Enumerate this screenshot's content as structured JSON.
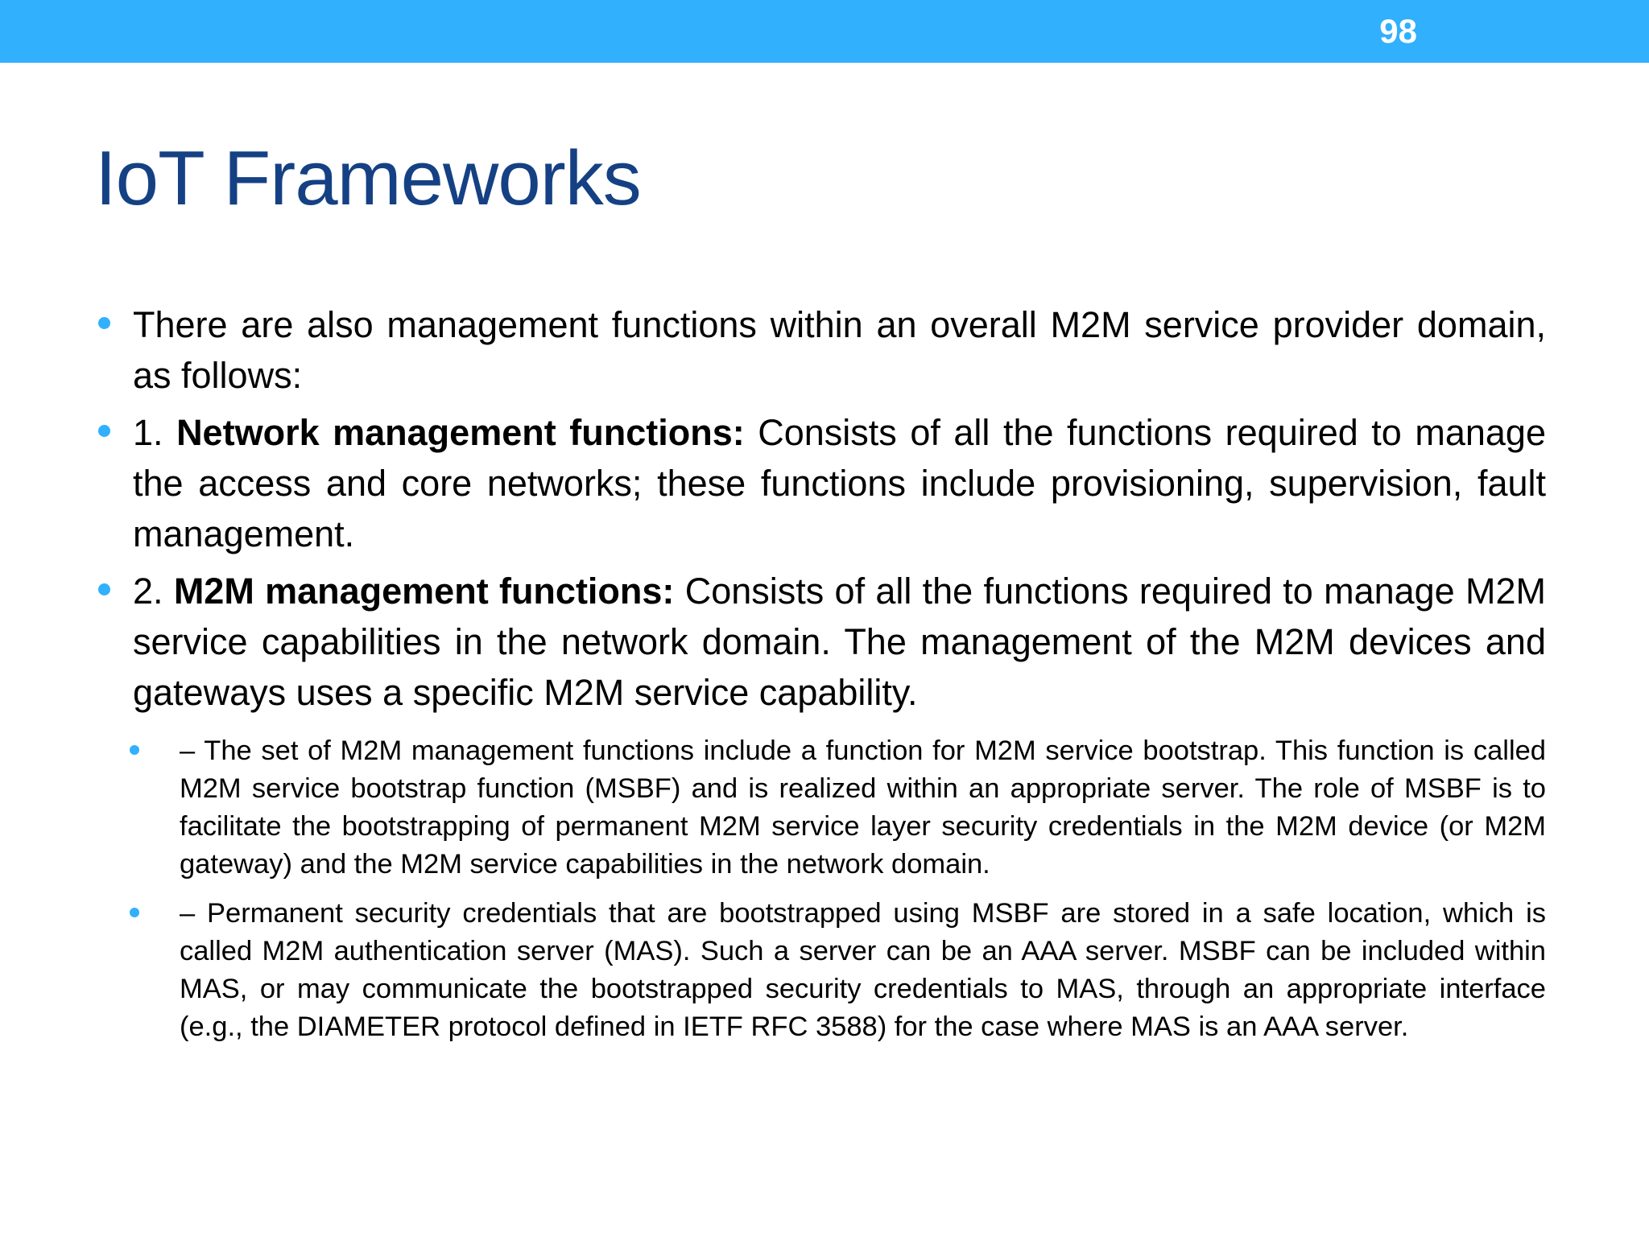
{
  "slide": {
    "page_number": "98",
    "title": "IoT Frameworks",
    "accent_color": "#31B0FD",
    "title_color": "#154184",
    "body_text_color": "#000000",
    "bullet_color": "#31B0FD"
  },
  "content": {
    "bullets": [
      {
        "level": 1,
        "text": "There are also management functions within an overall M2M service provider domain, as follows:"
      },
      {
        "level": 1,
        "lead": "1. ",
        "bold": "Network management functions:",
        "text": " Consists of all the functions required to manage the access and core networks; these functions include provisioning, supervision, fault management."
      },
      {
        "level": 1,
        "lead": "2. ",
        "bold": "M2M management functions:",
        "text": " Consists of all the functions required to manage M2M service capabilities in the network domain. The management of the M2M devices and gateways uses a specific M2M service capability."
      },
      {
        "level": 2,
        "text": "– The set of M2M management functions include a function for M2M service bootstrap. This function is called M2M service bootstrap function (MSBF) and is realized within an appropriate server. The role of MSBF is to facilitate the bootstrapping of permanent M2M service layer security credentials in the M2M device (or M2M gateway) and the M2M service capabilities in the network domain."
      },
      {
        "level": 2,
        "text": "– Permanent security credentials that are bootstrapped using MSBF are stored in a safe location, which is called M2M authentication server (MAS). Such a server can be an AAA server. MSBF can be included within MAS, or may communicate the bootstrapped security credentials to MAS, through an appropriate interface (e.g., the DIAMETER protocol defined in IETF RFC 3588) for the case where MAS is an AAA server."
      }
    ]
  }
}
